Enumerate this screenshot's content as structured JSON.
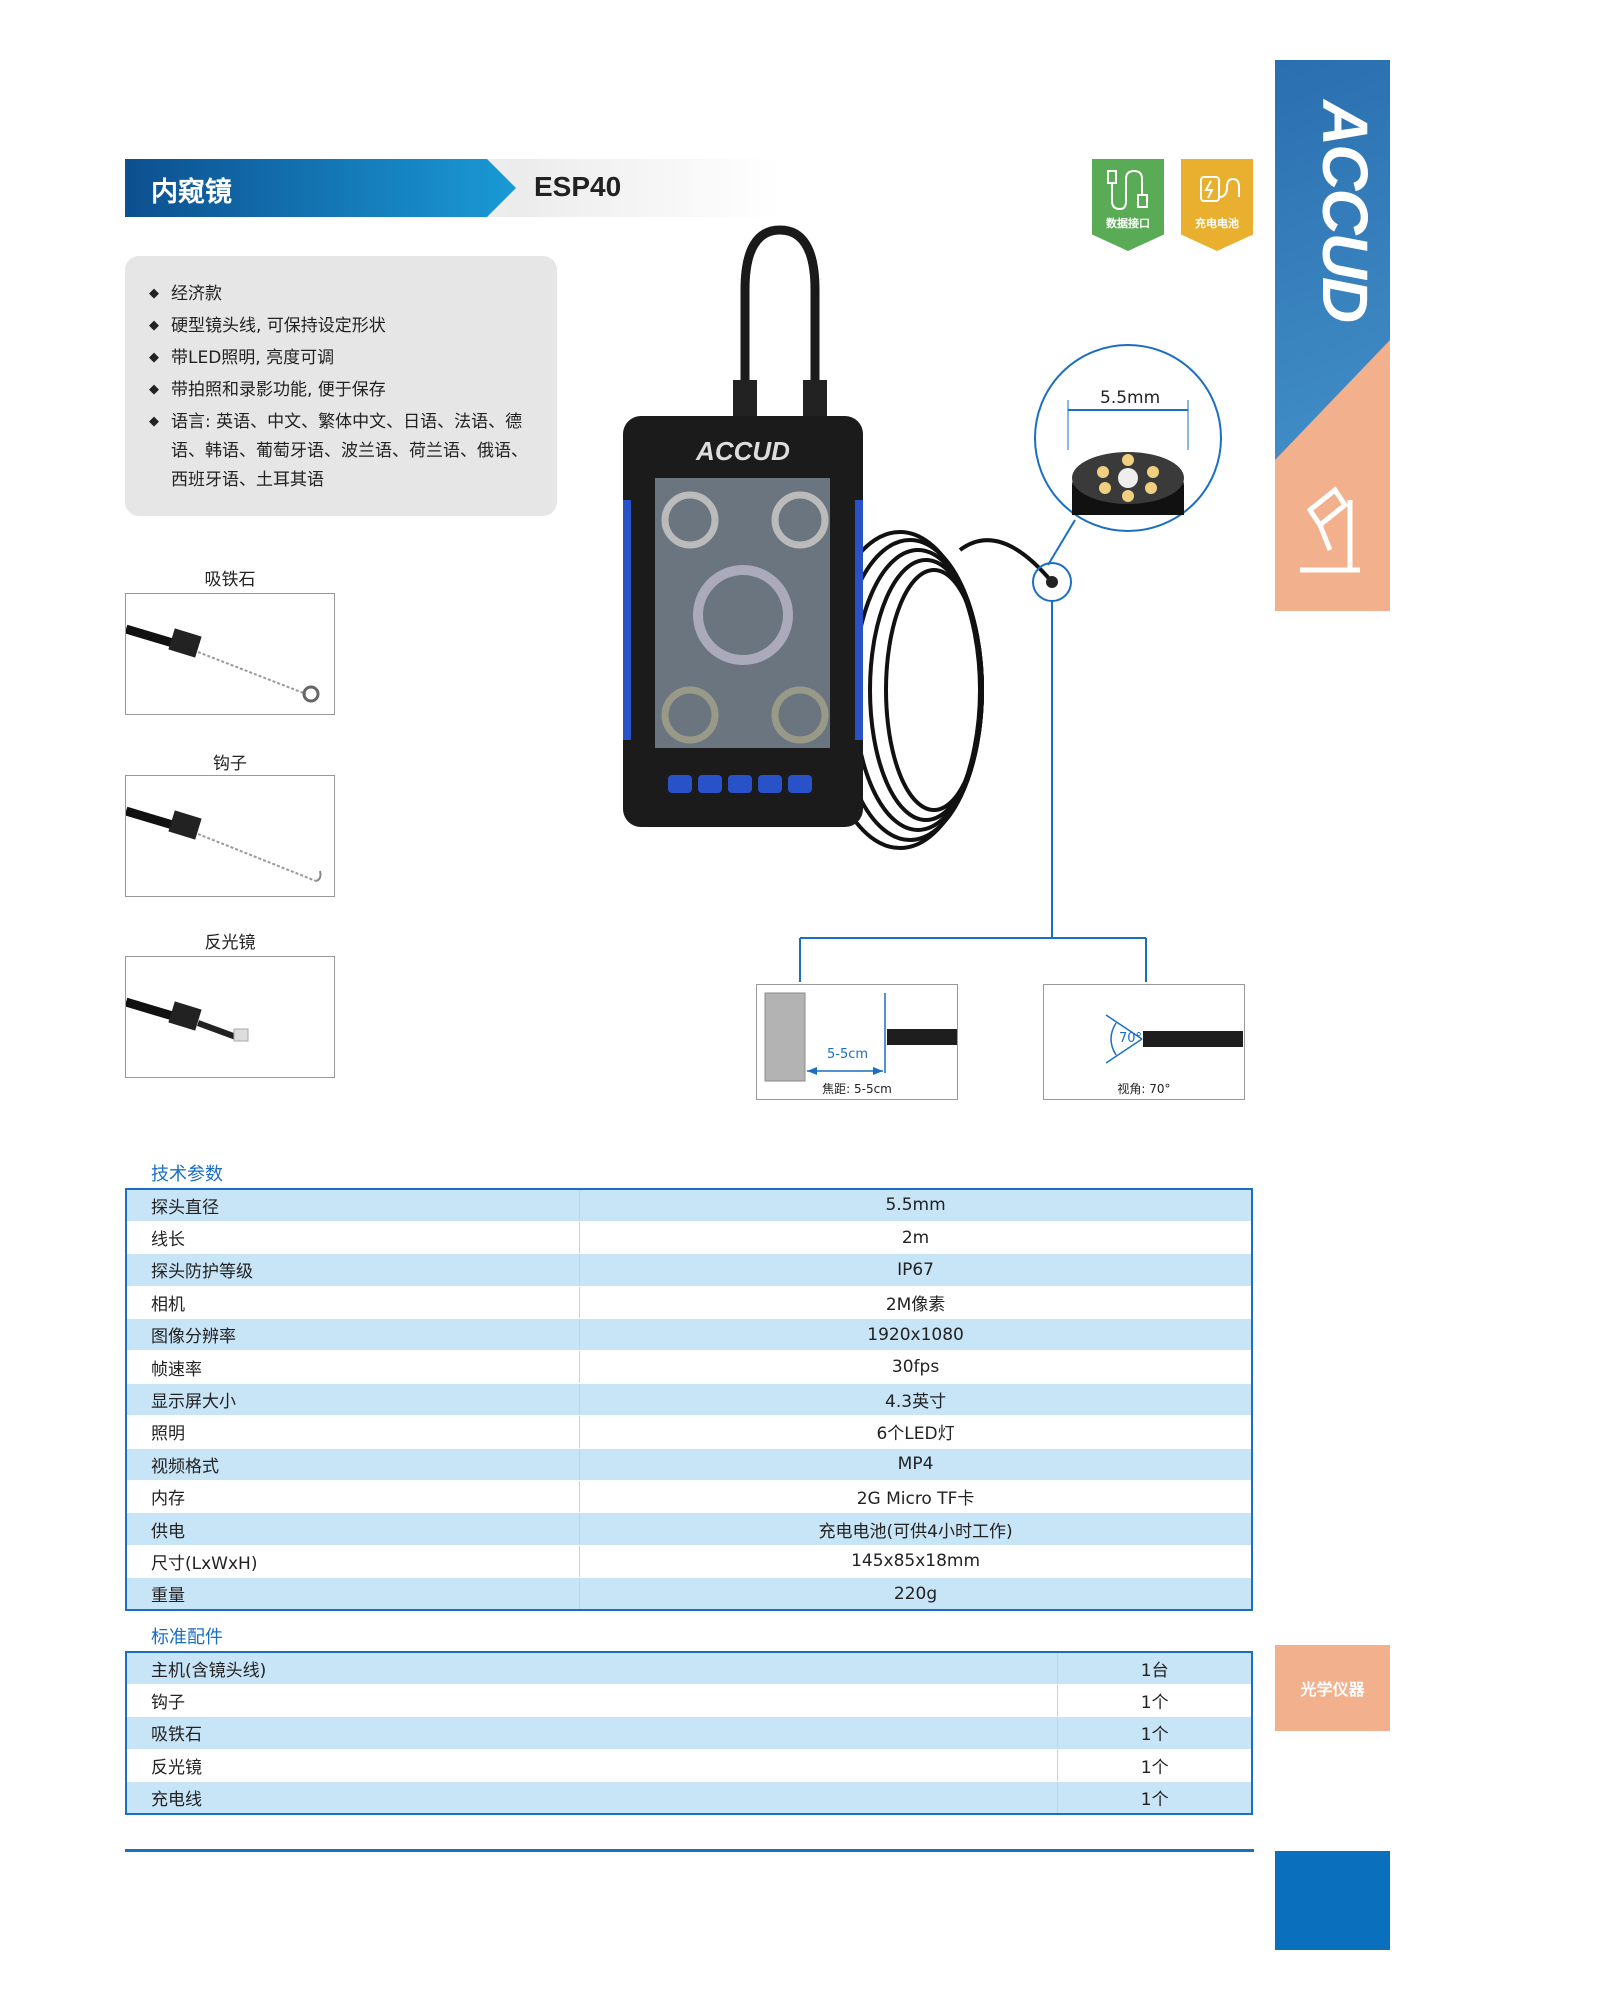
{
  "header": {
    "category": "内窥镜",
    "model": "ESP40"
  },
  "features": [
    "经济款",
    "硬型镜头线, 可保持设定形状",
    "带LED照明, 亮度可调",
    "带拍照和录影功能, 便于保存",
    "语言: 英语、中文、繁体中文、日语、法语、德语、韩语、葡萄牙语、波兰语、荷兰语、俄语、西班牙语、土耳其语"
  ],
  "feature_bullet": "◆",
  "accessories_images": [
    {
      "label": "吸铁石",
      "icon": "magnet-tip-icon"
    },
    {
      "label": "钩子",
      "icon": "hook-tip-icon"
    },
    {
      "label": "反光镜",
      "icon": "mirror-tip-icon"
    }
  ],
  "badges": [
    {
      "label": "数据接口",
      "icon": "usb-cable-icon",
      "color": "#5aab55"
    },
    {
      "label": "充电电池",
      "icon": "charging-battery-icon",
      "color": "#e8b02e"
    }
  ],
  "device": {
    "brand": "ACCUD",
    "probe_diameter_label": "5.5mm"
  },
  "diagrams": {
    "focus": {
      "distance": "5-5cm",
      "caption": "焦距: 5-5cm"
    },
    "view_angle": {
      "angle": "70°",
      "caption": "视角: 70°"
    }
  },
  "side": {
    "brand": "ACCUD",
    "tab_label": "光学仪器"
  },
  "specs": {
    "title": "技术参数",
    "rows": [
      [
        "探头直径",
        "5.5mm"
      ],
      [
        "线长",
        "2m"
      ],
      [
        "探头防护等级",
        "IP67"
      ],
      [
        "相机",
        "2M像素"
      ],
      [
        "图像分辨率",
        "1920x1080"
      ],
      [
        "帧速率",
        "30fps"
      ],
      [
        "显示屏大小",
        "4.3英寸"
      ],
      [
        "照明",
        "6个LED灯"
      ],
      [
        "视频格式",
        "MP4"
      ],
      [
        "内存",
        "2G Micro TF卡"
      ],
      [
        "供电",
        "充电电池(可供4小时工作)"
      ],
      [
        "尺寸(LxWxH)",
        "145x85x18mm"
      ],
      [
        "重量",
        "220g"
      ]
    ]
  },
  "standard_accessories": {
    "title": "标准配件",
    "rows": [
      [
        "主机(含镜头线)",
        "1台"
      ],
      [
        "钩子",
        "1个"
      ],
      [
        "吸铁石",
        "1个"
      ],
      [
        "反光镜",
        "1个"
      ],
      [
        "充电线",
        "1个"
      ]
    ]
  },
  "colors": {
    "accent": "#1a6fc4",
    "row_tint": "#c8e4f7",
    "orange": "#f3b08c"
  }
}
